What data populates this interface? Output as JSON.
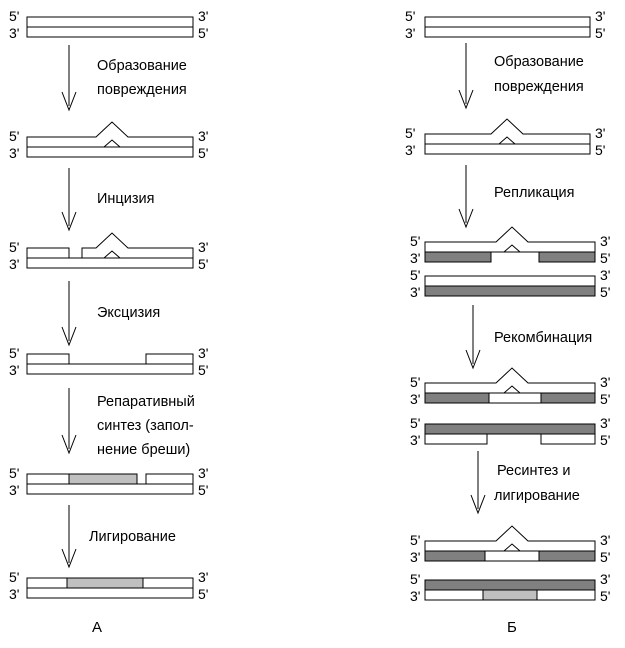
{
  "ends": {
    "five": "5'",
    "three": "3'"
  },
  "panel_a": {
    "label": "А",
    "steps": [
      [
        "Образование",
        "повреждения"
      ],
      [
        "Инцизия"
      ],
      [
        "Эксцизия"
      ],
      [
        "Репаративный",
        "синтез (запол-",
        "нение бреши)"
      ],
      [
        "Лигирование"
      ]
    ]
  },
  "panel_b": {
    "label": "Б",
    "steps": [
      [
        "Образование",
        "повреждения"
      ],
      [
        "Репликация"
      ],
      [
        "Рекомбинация"
      ],
      [
        "Ресинтез и",
        "лигирование"
      ]
    ]
  },
  "colors": {
    "stroke": "#000000",
    "strand_white": "#ffffff",
    "strand_dark": "#808080",
    "strand_light": "#c0c0c0"
  }
}
